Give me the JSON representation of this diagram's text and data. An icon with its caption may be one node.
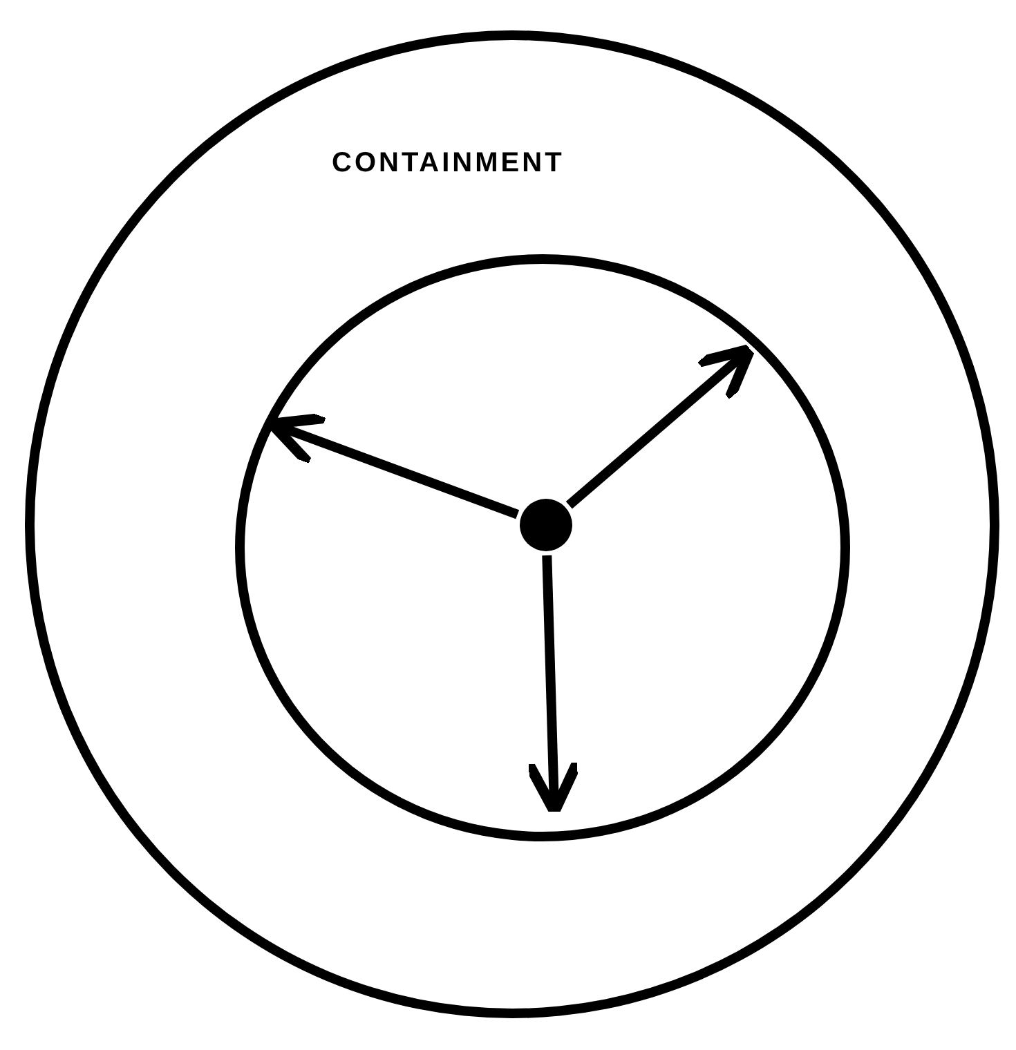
{
  "diagram": {
    "nodes": [
      {
        "text": [
          "CONTAINMENT"
        ]
      },
      {
        "text": [],
        "shape": "circle",
        "in": 0
      },
      {
        "text": [],
        "shape": "circle",
        "in": 1
      }
    ],
    "edges": [
      {
        "from": 2,
        "to": null,
        "arrow": "to"
      },
      {
        "from": 2,
        "to": null,
        "arrow": "to"
      },
      {
        "from": 2,
        "to": null,
        "arrow": "to"
      }
    ]
  }
}
